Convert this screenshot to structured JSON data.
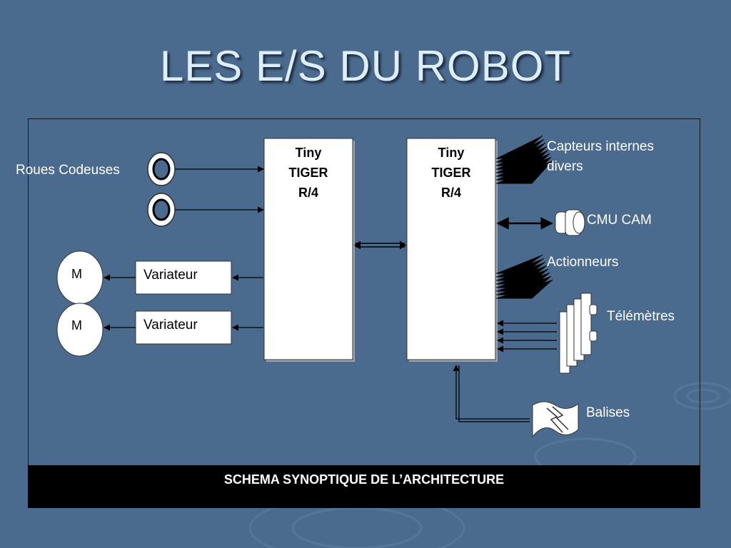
{
  "slide": {
    "title": "LES E/S DU ROBOT",
    "caption": "SCHEMA SYNOPTIQUE DE L’ARCHITECTURE"
  },
  "diagram": {
    "controllers": [
      {
        "line1": "Tiny",
        "line2": "TIGER",
        "line3": "R/4"
      },
      {
        "line1": "Tiny",
        "line2": "TIGER",
        "line3": "R/4"
      }
    ],
    "variateurs": [
      "Variateur",
      "Variateur"
    ],
    "motors": [
      "M",
      "M"
    ],
    "labels": {
      "roues": "Roues Codeuses",
      "capteurs": "Capteurs internes\ndivers",
      "cmucam": "CMU CAM",
      "actionneurs": "Actionneurs",
      "telemetres": "Télémètres",
      "balises": "Balises"
    }
  },
  "colors": {
    "background": "#4a6a8e",
    "caption_bar": "#000000",
    "title_text": "#ddeeff",
    "box_fill": "#ffffff"
  }
}
